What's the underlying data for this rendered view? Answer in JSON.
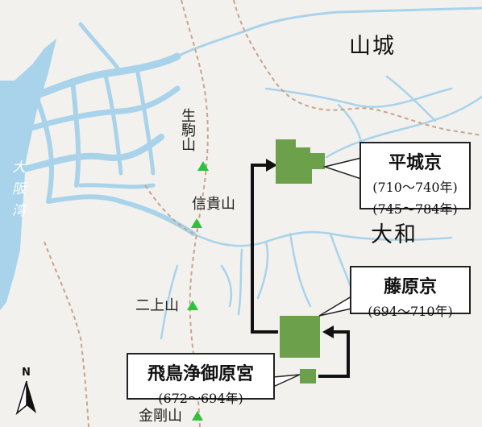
{
  "map": {
    "regions": {
      "yamashiro": "山城",
      "yamato": "大和",
      "osaka_bay": "大阪湾"
    },
    "mountains": {
      "ikoma": "生駒山",
      "shigi": "信貴山",
      "nijo": "二上山",
      "kongo": "金剛山"
    },
    "capitals": {
      "heijo": {
        "name": "平城京",
        "periods": [
          "(710〜740年)",
          "(745〜784年)"
        ]
      },
      "fujiwara": {
        "name": "藤原京",
        "periods": [
          "(694〜710年)"
        ]
      },
      "asuka": {
        "name": "飛鳥浄御原宮",
        "periods": [
          "(672〜694年)"
        ]
      }
    },
    "compass_label": "N",
    "colors": {
      "water": "#a9d3ea",
      "land": "#f2f1ee",
      "capital_fill": "#6da04b",
      "mountain_marker": "#2fc13a",
      "border": "#c9a48d",
      "route_arrow": "#111111"
    }
  }
}
